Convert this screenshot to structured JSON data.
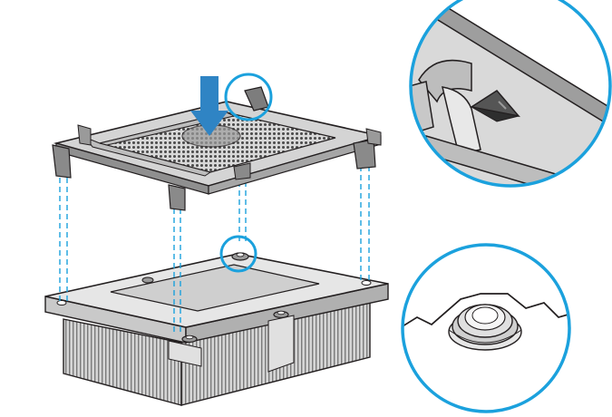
{
  "figure": {
    "palette": {
      "outline": "#231f20",
      "body_light": "#e2e2e2",
      "body_mid": "#bdbdbd",
      "body_dark": "#8e8e8e",
      "mesh": "#555555",
      "callout": "#1ba1dd",
      "arrow": "#2f84c4",
      "background": "#ffffff"
    },
    "icons": {
      "arrow": "down-arrow-icon",
      "mesh": "mesh-grid-pattern"
    },
    "callouts": [
      {
        "name": "frame-latch-callout",
        "target": "frame-latch-detail"
      },
      {
        "name": "alignment-post-callout",
        "target": "alignment-post-detail"
      }
    ]
  }
}
